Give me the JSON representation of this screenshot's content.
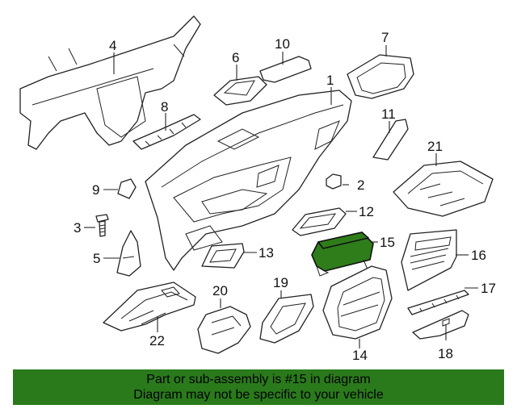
{
  "callouts": {
    "c1": "1",
    "c2": "2",
    "c3": "3",
    "c4": "4",
    "c5": "5",
    "c6": "6",
    "c7": "7",
    "c8": "8",
    "c9": "9",
    "c10": "10",
    "c11": "11",
    "c12": "12",
    "c13": "13",
    "c14": "14",
    "c15": "15",
    "c16": "16",
    "c17": "17",
    "c18": "18",
    "c19": "19",
    "c20": "20",
    "c21": "21",
    "c22": "22"
  },
  "highlighted_part": "15",
  "colors": {
    "highlight": "#2e7d1a",
    "banner": "#2a7a1c"
  },
  "banner": {
    "line1": "Part or sub-assembly is #15 in diagram",
    "line2": "Diagram may not be specific to your vehicle"
  }
}
